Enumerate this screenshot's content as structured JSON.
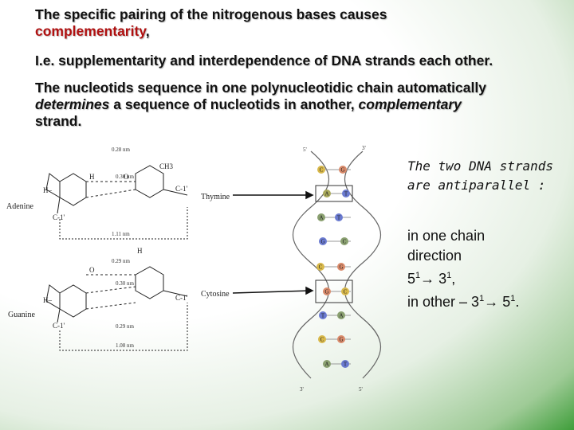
{
  "paragraph1": {
    "line1": "The specific pairing of the nitrogenous bases causes",
    "highlight": "complementarity",
    "trailing": ","
  },
  "paragraph2": "I.e. supplementarity and interdependence of DNA strands each other.",
  "paragraph3": {
    "part1": "The nucleotids sequence in one polynucleotidic chain automatically",
    "emph1": "determines",
    "part2": " a sequence of nucleotids in another, ",
    "emph2": "complementary",
    "part3": "strand."
  },
  "note_antiparallel": "The two DNA strands are antiparallel :",
  "direction": {
    "line1": "in one chain",
    "line2": "direction",
    "first_5": "5",
    "first_arrow": "→ 3",
    "first_end": ",",
    "second_prefix": "in other – 3",
    "second_arrow": "→ 5",
    "second_end": ".",
    "superscript": "1"
  },
  "diagram": {
    "adenine": "Adenine",
    "thymine": "Thymine",
    "guanine": "Guanine",
    "cytosine": "Cytosine",
    "dist_at1": "0.28 nm",
    "dist_at2": "0.30 nm",
    "dist_at_total": "1.11 nm",
    "dist_gc1": "0.29 nm",
    "dist_gc2": "0.30 nm",
    "dist_gc3": "0.29 nm",
    "dist_gc_total": "1.08 nm",
    "ch3": "CH3",
    "c1": "C-1'",
    "five_prime_top": "5'",
    "three_prime_top": "3'",
    "three_prime_bottom": "3'",
    "five_prime_bottom": "5'",
    "base_letters": [
      "C",
      "G",
      "A",
      "T",
      "A",
      "T",
      "G",
      "C",
      "C",
      "G",
      "G",
      "C",
      "T",
      "A",
      "C",
      "G",
      "A",
      "T"
    ]
  }
}
